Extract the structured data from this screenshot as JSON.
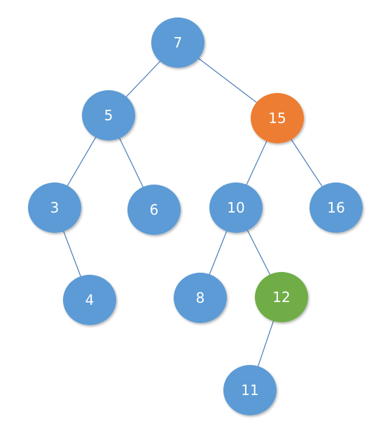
{
  "colors": {
    "default_node": "#5b9bd5",
    "highlight_orange": "#ed7d31",
    "highlight_green": "#70ad47"
  },
  "nodes": [
    {
      "id": "n7",
      "label": "7",
      "color": "default_node"
    },
    {
      "id": "n5",
      "label": "5",
      "color": "default_node"
    },
    {
      "id": "n15",
      "label": "15",
      "color": "highlight_orange"
    },
    {
      "id": "n3",
      "label": "3",
      "color": "default_node"
    },
    {
      "id": "n6",
      "label": "6",
      "color": "default_node"
    },
    {
      "id": "n10",
      "label": "10",
      "color": "default_node"
    },
    {
      "id": "n16",
      "label": "16",
      "color": "default_node"
    },
    {
      "id": "n4",
      "label": "4",
      "color": "default_node"
    },
    {
      "id": "n8",
      "label": "8",
      "color": "default_node"
    },
    {
      "id": "n12",
      "label": "12",
      "color": "highlight_green"
    },
    {
      "id": "n11",
      "label": "11",
      "color": "default_node"
    }
  ],
  "edges": [
    {
      "from": "n7",
      "to": "n5"
    },
    {
      "from": "n7",
      "to": "n15"
    },
    {
      "from": "n5",
      "to": "n3"
    },
    {
      "from": "n5",
      "to": "n6"
    },
    {
      "from": "n3",
      "to": "n4"
    },
    {
      "from": "n15",
      "to": "n10"
    },
    {
      "from": "n15",
      "to": "n16"
    },
    {
      "from": "n10",
      "to": "n8"
    },
    {
      "from": "n10",
      "to": "n12"
    },
    {
      "from": "n12",
      "to": "n11"
    }
  ]
}
